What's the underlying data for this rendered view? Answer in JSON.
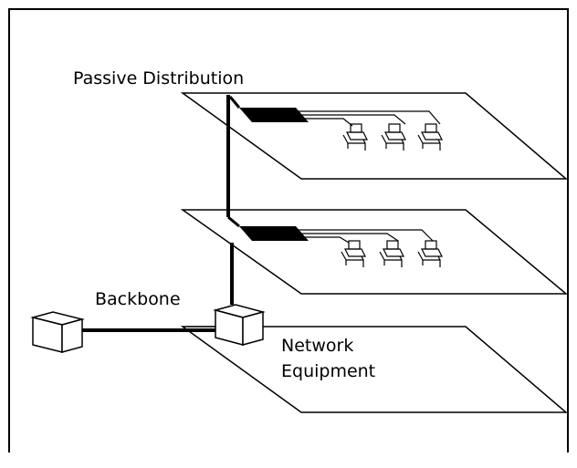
{
  "labels": {
    "passive_distribution": "Passive Distribution",
    "backbone": "Backbone",
    "network_line1": "Network",
    "network_line2": "Equipment"
  },
  "colors": {
    "stroke": "#000000",
    "fill": "#ffffff",
    "patch_panel": "#000000"
  }
}
